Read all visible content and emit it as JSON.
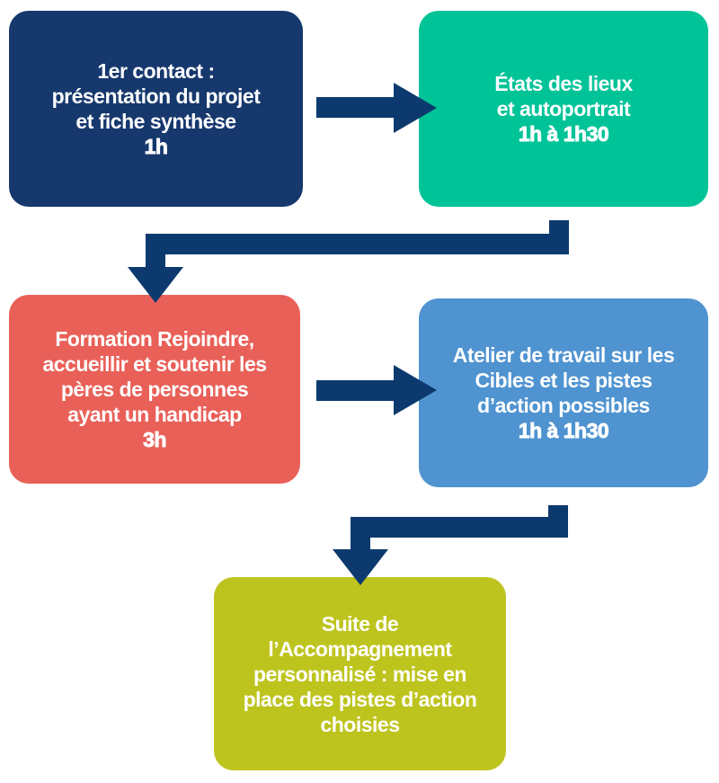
{
  "colors": {
    "step1": "#16386d",
    "step2": "#00c398",
    "step3": "#e96058",
    "step4": "#4f93d0",
    "step5": "#bec41e",
    "arrow": "#0d3a6e",
    "text": "#ffffff",
    "background": "#ffffff"
  },
  "boxes": [
    {
      "id": "step-1",
      "lines": [
        "1er contact :",
        "présentation du projet",
        "et fiche synthèse"
      ],
      "duration": "1h",
      "color": "#16386d"
    },
    {
      "id": "step-2",
      "lines": [
        "États des lieux",
        "et autoportrait"
      ],
      "duration": "1h à 1h30",
      "color": "#00c398"
    },
    {
      "id": "step-3",
      "lines": [
        "Formation Rejoindre,",
        "accueillir et soutenir les",
        "pères de personnes",
        "ayant un handicap"
      ],
      "duration": "3h",
      "color": "#e96058"
    },
    {
      "id": "step-4",
      "lines": [
        "Atelier de travail sur les",
        "Cibles et les pistes",
        "d’action possibles"
      ],
      "duration": "1h à 1h30",
      "color": "#4f93d0"
    },
    {
      "id": "step-5",
      "lines": [
        "Suite de",
        "l’Accompagnement",
        "personnalisé : mise en",
        "place des pistes d’action",
        "choisies"
      ],
      "duration": "",
      "color": "#bec41e"
    }
  ],
  "arrows": [
    {
      "from": "step-1",
      "to": "step-2",
      "shape": "right"
    },
    {
      "from": "step-2",
      "to": "step-3",
      "shape": "elbow-down-left-down"
    },
    {
      "from": "step-3",
      "to": "step-4",
      "shape": "right"
    },
    {
      "from": "step-4",
      "to": "step-5",
      "shape": "elbow-down-left-down"
    }
  ]
}
